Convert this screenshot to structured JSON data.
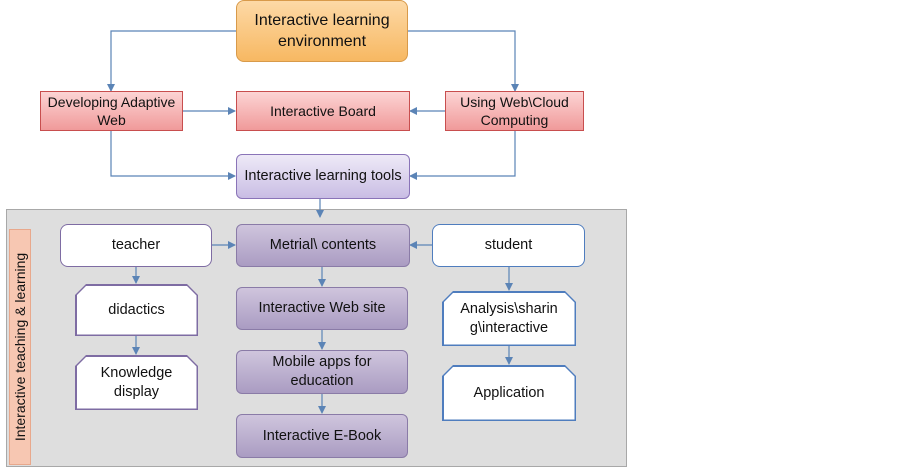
{
  "nodes": {
    "env": "Interactive learning environment",
    "adaptive": "Developing Adaptive Web",
    "board": "Interactive Board",
    "cloud": "Using Web\\Cloud Computing",
    "tools": "Interactive learning tools",
    "teacher": "teacher",
    "material": "Metrial\\ contents",
    "student": "student",
    "didactics": "didactics",
    "website": "Interactive Web site",
    "analysis": "Analysis\\sharin g\\interactive",
    "knowledge": "Knowledge display",
    "mobile": "Mobile apps for education",
    "application": "Application",
    "ebook": "Interactive E-Book"
  },
  "panel_label": "Interactive teaching & learning",
  "colors": {
    "connector": "#5b84b6",
    "orange_box": "#f7b862",
    "red_box": "#f09a9a",
    "lavender_box": "#c9bde4",
    "purple_box": "#aa9cc2",
    "purple_outline": "#7e6ca3",
    "blue_outline": "#4f7dbe",
    "panel_bg": "#dedede",
    "side_label_bg": "#f7c7b2"
  }
}
